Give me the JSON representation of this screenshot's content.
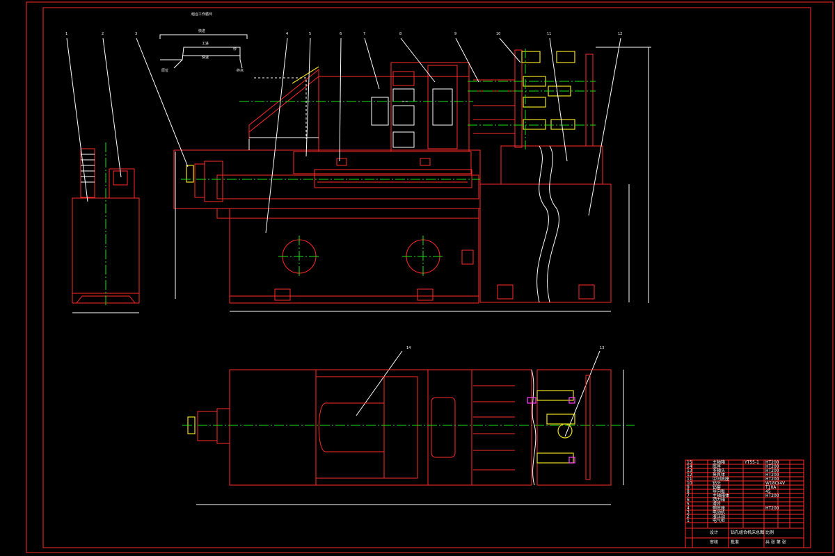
{
  "colors": {
    "background": "#000000",
    "outline": "#ff2a2a",
    "text": "#ffffff",
    "centerline": "#19e619",
    "highlight": "#f0e020",
    "accent": "#ff40ff"
  },
  "drawing": {
    "caption": "组合工作循环",
    "cycle_top_label": "快进",
    "cycle_mid_label": "工进",
    "cycle_bottom_label": "快退",
    "cycle_left_label": "原位",
    "cycle_right_label": "终点",
    "cycle_stop_label": "停",
    "balloons_front": [
      "1",
      "2",
      "3",
      "4",
      "5",
      "6",
      "7",
      "8",
      "9",
      "10",
      "11",
      "12"
    ],
    "balloons_top": [
      "14",
      "13"
    ]
  },
  "title_block": {
    "rows": [
      {
        "no": "15",
        "name": "主轴箱",
        "code": "YT55-1",
        "material": "HT200"
      },
      {
        "no": "14",
        "name": "底座",
        "code": "",
        "material": "HT200"
      },
      {
        "no": "13",
        "name": "多轴头",
        "code": "",
        "material": "HT200"
      },
      {
        "no": "12",
        "name": "夹具体",
        "code": "",
        "material": "HT200"
      },
      {
        "no": "11",
        "name": "中间底座",
        "code": "",
        "material": "HT200"
      },
      {
        "no": "10",
        "name": "钻头",
        "code": "",
        "material": "W18Cr4V"
      },
      {
        "no": "9",
        "name": "钻套",
        "code": "",
        "material": "T10A"
      },
      {
        "no": "8",
        "name": "导向板",
        "code": "",
        "material": "45"
      },
      {
        "no": "7",
        "name": "主轴箱体",
        "code": "",
        "material": "HT200"
      },
      {
        "no": "6",
        "name": "动力箱",
        "code": "",
        "material": ""
      },
      {
        "no": "5",
        "name": "滑台",
        "code": "",
        "material": ""
      },
      {
        "no": "4",
        "name": "侧底座",
        "code": "",
        "material": "HT200"
      },
      {
        "no": "3",
        "name": "电动机",
        "code": "",
        "material": ""
      },
      {
        "no": "2",
        "name": "液压站",
        "code": "",
        "material": ""
      },
      {
        "no": "1",
        "name": "电气柜",
        "code": "",
        "material": ""
      }
    ],
    "design_label": "设计",
    "check_label": "审核",
    "drawing_name": "钻孔组合机床总图",
    "scale_label": "比例",
    "sheet_label": "共 张 第 张",
    "approve_label": "批准"
  }
}
